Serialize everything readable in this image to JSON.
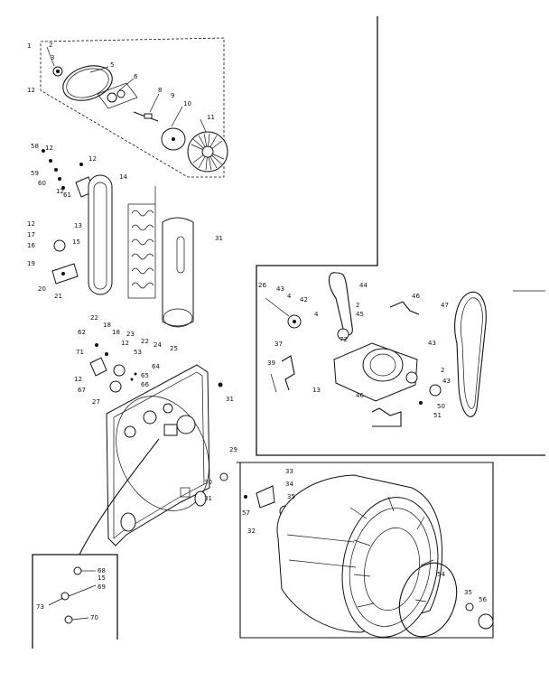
{
  "callouts": {
    "c1": "1",
    "c2": "2",
    "c3": "3",
    "c5": "5",
    "c6": "6",
    "c8": "8",
    "c9": "9",
    "c10": "10",
    "c11": "11",
    "c12a": "12",
    "c12b": "12",
    "c12c": "12",
    "c12d": "12",
    "c12e": "12",
    "c12f": "12",
    "c12g": "12",
    "c13a": "13",
    "c13b": "13",
    "c14": "14",
    "c15a": "15",
    "c15b": "15",
    "c16": "16",
    "c17": "17",
    "c18a": "18",
    "c18b": "18",
    "c19": "19",
    "c20": "20",
    "c21": "21",
    "c22a": "22",
    "c22b": "22",
    "c23": "23",
    "c24": "24",
    "c25": "25",
    "c26": "26",
    "c27": "27",
    "c29": "29",
    "c30": "30",
    "c31a": "31",
    "c31b": "31",
    "c31c": "31",
    "c31d": "31",
    "c32": "32",
    "c33": "33",
    "c34": "34",
    "c35a": "35",
    "c35b": "35",
    "c37": "37",
    "c39": "39",
    "c42": "42",
    "c43a": "43",
    "c43b": "43",
    "c43c": "43",
    "c44": "44",
    "c45": "45",
    "c46": "46",
    "c47": "47",
    "c50": "50",
    "c51": "51",
    "c53": "53",
    "c54": "54",
    "c56": "56",
    "c57": "57",
    "c58": "58",
    "c59": "59",
    "c60": "60",
    "c61": "61",
    "c62": "62",
    "c64": "64",
    "c65": "65",
    "c66": "66",
    "c67": "67",
    "c68": "68",
    "c69": "69",
    "c70": "70",
    "c71": "71",
    "c72": "72",
    "c73": "73",
    "c2b": "2",
    "c2c": "2",
    "c4a": "4",
    "c4b": "4"
  }
}
